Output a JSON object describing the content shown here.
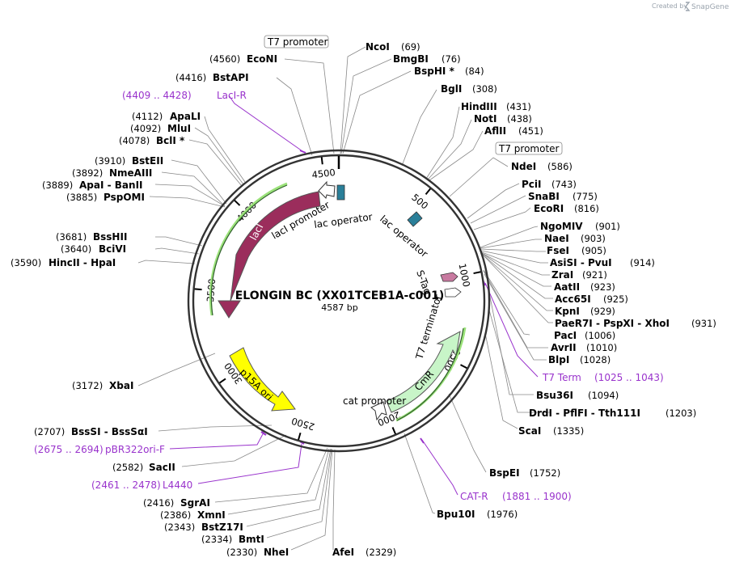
{
  "header": {
    "credit_prefix": "Created by",
    "brand": "SnapGene"
  },
  "plasmid": {
    "name": "ELONGIN BC (XX01TCEB1A-c001)",
    "length_label": "4587 bp",
    "length_bp": 4587
  },
  "tick_labels": [
    {
      "text": "500",
      "bp": 500
    },
    {
      "text": "1000",
      "bp": 1000
    },
    {
      "text": "1500",
      "bp": 1500
    },
    {
      "text": "2000",
      "bp": 2000
    },
    {
      "text": "2500",
      "bp": 2500
    },
    {
      "text": "3000",
      "bp": 3000
    },
    {
      "text": "3500",
      "bp": 3500
    },
    {
      "text": "4000",
      "bp": 4000
    },
    {
      "text": "4500",
      "bp": 4500
    }
  ],
  "features": [
    {
      "name": "lacI",
      "label_inside": "lacI",
      "color": "#9b2d5c"
    },
    {
      "name": "lacI promoter",
      "label": "lacI promoter",
      "color": "#ffffff"
    },
    {
      "name": "lac operator 1",
      "label": "lac operator",
      "color": "#2a7f99"
    },
    {
      "name": "lac operator 2",
      "label": "lac operator",
      "color": "#2a7f99"
    },
    {
      "name": "S-Tag",
      "label": "S-Tag",
      "color": "#c87aa0"
    },
    {
      "name": "T7 terminator",
      "label": "T7 terminator",
      "color": "#ffffff"
    },
    {
      "name": "CmR",
      "label_inside": "CmR",
      "color": "#c8f5c8"
    },
    {
      "name": "cat promoter",
      "label": "cat promoter",
      "color": "#ffffff"
    },
    {
      "name": "p15A ori",
      "label_inside": "p15A ori",
      "color": "#ffff00"
    }
  ],
  "boxed_labels": [
    {
      "text": "T7 promoter"
    },
    {
      "text": "T7 promoter"
    }
  ],
  "enzymes_right": [
    {
      "name": "NcoI",
      "pos": "(69)"
    },
    {
      "name": "BmgBI",
      "pos": "(76)"
    },
    {
      "name": "BspHI *",
      "pos": "(84)"
    },
    {
      "name": "BglI",
      "pos": "(308)"
    },
    {
      "name": "HindIII",
      "pos": "(431)"
    },
    {
      "name": "NotI",
      "pos": "(438)"
    },
    {
      "name": "AflII",
      "pos": "(451)"
    },
    {
      "name": "NdeI",
      "pos": "(586)"
    },
    {
      "name": "PciI",
      "pos": "(743)"
    },
    {
      "name": "SnaBI",
      "pos": "(775)"
    },
    {
      "name": "EcoRI",
      "pos": "(816)"
    },
    {
      "name": "NgoMIV",
      "pos": "(901)"
    },
    {
      "name": "NaeI",
      "pos": "(903)"
    },
    {
      "name": "FseI",
      "pos": "(905)"
    },
    {
      "name": "AsiSI - PvuI",
      "pos": "(914)"
    },
    {
      "name": "ZraI",
      "pos": "(921)"
    },
    {
      "name": "AatII",
      "pos": "(923)"
    },
    {
      "name": "Acc65I",
      "pos": "(925)"
    },
    {
      "name": "KpnI",
      "pos": "(929)"
    },
    {
      "name": "PaeR7I - PspXI - XhoI",
      "pos": "(931)"
    },
    {
      "name": "PacI",
      "pos": "(1006)"
    },
    {
      "name": "AvrII",
      "pos": "(1010)"
    },
    {
      "name": "BlpI",
      "pos": "(1028)"
    },
    {
      "name": "Bsu36I",
      "pos": "(1094)"
    },
    {
      "name": "DrdI - PflFI - Tth111I",
      "pos": "(1203)"
    },
    {
      "name": "ScaI",
      "pos": "(1335)"
    },
    {
      "name": "BspEI",
      "pos": "(1752)"
    },
    {
      "name": "Bpu10I",
      "pos": "(1976)"
    },
    {
      "name": "AfeI",
      "pos": "(2329)"
    }
  ],
  "enzymes_left": [
    {
      "name": "EcoNI",
      "pos": "(4560)"
    },
    {
      "name": "BstAPI",
      "pos": "(4416)"
    },
    {
      "name": "ApaLI",
      "pos": "(4112)"
    },
    {
      "name": "MluI",
      "pos": "(4092)"
    },
    {
      "name": "BclI *",
      "pos": "(4078)"
    },
    {
      "name": "BstEII",
      "pos": "(3910)"
    },
    {
      "name": "NmeAIII",
      "pos": "(3892)"
    },
    {
      "name": "ApaI - BanII",
      "pos": "(3889)"
    },
    {
      "name": "PspOMI",
      "pos": "(3885)"
    },
    {
      "name": "BssHII",
      "pos": "(3681)"
    },
    {
      "name": "BciVI",
      "pos": "(3640)"
    },
    {
      "name": "HincII - HpaI",
      "pos": "(3590)"
    },
    {
      "name": "XbaI",
      "pos": "(3172)"
    },
    {
      "name": "BssSI - BssSαI",
      "pos": "(2707)"
    },
    {
      "name": "SacII",
      "pos": "(2582)"
    },
    {
      "name": "SgrAI",
      "pos": "(2416)"
    },
    {
      "name": "XmnI",
      "pos": "(2386)"
    },
    {
      "name": "BstZ17I",
      "pos": "(2343)"
    },
    {
      "name": "BmtI",
      "pos": "(2334)"
    },
    {
      "name": "NheI",
      "pos": "(2330)"
    }
  ],
  "primers": [
    {
      "name": "LacI-R",
      "range": "(4409 .. 4428)"
    },
    {
      "name": "T7 Term",
      "range": "(1025 .. 1043)"
    },
    {
      "name": "CAT-R",
      "range": "(1881 .. 1900)"
    },
    {
      "name": "pBR322ori-F",
      "range": "(2675 .. 2694)"
    },
    {
      "name": "L4440",
      "range": "(2461 .. 2478)"
    }
  ],
  "colors": {
    "primer": "#9933cc",
    "backbone": "#333333",
    "leader": "#888888"
  }
}
